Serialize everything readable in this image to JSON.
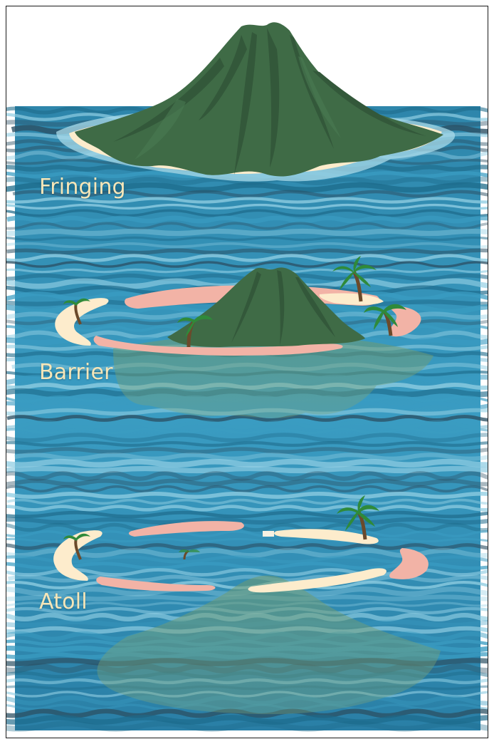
{
  "labels": {
    "fringing": "Fringing",
    "barrier": "Barrier",
    "atoll": "Atoll"
  },
  "colors": {
    "sea_deep": "#1d6a8a",
    "sea_mid": "#3a9cc2",
    "sea_light": "#8fcde2",
    "sea_dark": "#2b4f63",
    "volcano": "#3f6b46",
    "volcano_shadow": "#33583a",
    "sand": "#fdeccc",
    "reef_pink": "#f2b3a6",
    "palm_leaf": "#2f8a3a",
    "palm_trunk": "#6b4a2b",
    "label_text": "#f6e6b8",
    "border": "#1a1a1a"
  },
  "icons": [
    "volcano-island-icon",
    "coral-reef-ring-icon",
    "palm-tree-icon"
  ]
}
